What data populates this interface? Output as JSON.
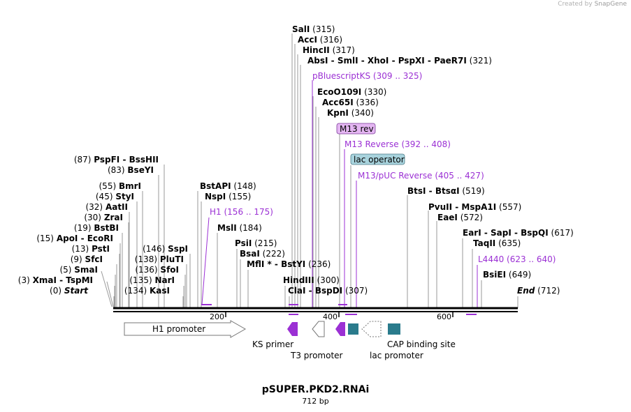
{
  "branding": {
    "prefix": "Created by",
    "product": "SnapGene"
  },
  "title": "pSUPER.PKD2.RNAi",
  "subtitle": "712 bp",
  "colors": {
    "primer": "#9b30d4",
    "feature": "#2a7b8c",
    "primerBox": "#e4b6f2",
    "featureBox": "#a8d3dd"
  },
  "ticks": [
    "200",
    "400",
    "600"
  ],
  "labels": [
    {
      "id": "sali",
      "text": "SalI",
      "num": "(315)"
    },
    {
      "id": "acci",
      "text": "AccI",
      "num": "(316)"
    },
    {
      "id": "hincii",
      "text": "HincII",
      "num": "(317)"
    },
    {
      "id": "absi",
      "text": "AbsI  - SmlI  - XhoI  - PspXI  - PaeR7I",
      "num": "(321)"
    },
    {
      "id": "pbks",
      "text": "pBluescriptKS",
      "num": "(309 .. 325)",
      "primer": true
    },
    {
      "id": "eco109",
      "text": "EcoO109I",
      "num": "(330)"
    },
    {
      "id": "acc65",
      "text": "Acc65I",
      "num": "(336)"
    },
    {
      "id": "kpni",
      "text": "KpnI",
      "num": "(340)"
    },
    {
      "id": "m13rev",
      "text": "M13 rev",
      "boxed": "primer"
    },
    {
      "id": "m13reverse",
      "text": "M13 Reverse",
      "num": "(392 .. 408)",
      "primer": true
    },
    {
      "id": "lacop",
      "text": "lac operator",
      "boxed": "feature"
    },
    {
      "id": "m13puc",
      "text": "M13/pUC Reverse",
      "num": "(405 .. 427)",
      "primer": true
    },
    {
      "id": "btsi",
      "text": "BtsI  - BtsαI",
      "num": "(519)"
    },
    {
      "id": "pvuii",
      "text": "PvuII  - MspA1I",
      "num": "(557)"
    },
    {
      "id": "eaei",
      "text": "EaeI",
      "num": "(572)"
    },
    {
      "id": "eari",
      "text": "EarI  - SapI  - BspQI",
      "num": "(617)"
    },
    {
      "id": "taqii",
      "text": "TaqII",
      "num": "(635)"
    },
    {
      "id": "l4440",
      "text": "L4440",
      "num": "(623 .. 640)",
      "primer": true
    },
    {
      "id": "bsiei",
      "text": "BsiEI",
      "num": "(649)"
    },
    {
      "id": "end",
      "text": "End",
      "num": "(712)",
      "italic": true
    },
    {
      "id": "pspfi",
      "num": "(87)",
      "text": "PspFI  - BssHII",
      "left": true
    },
    {
      "id": "bseyi",
      "num": "(83)",
      "text": "BseYI",
      "left": true
    },
    {
      "id": "bmri",
      "num": "(55)",
      "text": "BmrI",
      "left": true
    },
    {
      "id": "styi",
      "num": "(45)",
      "text": "StyI",
      "left": true
    },
    {
      "id": "aatii",
      "num": "(32)",
      "text": "AatII",
      "left": true
    },
    {
      "id": "zrai",
      "num": "(30)",
      "text": "ZraI",
      "left": true
    },
    {
      "id": "bstbi",
      "num": "(19)",
      "text": "BstBI",
      "left": true
    },
    {
      "id": "apoi",
      "num": "(15)",
      "text": "ApoI  - EcoRI",
      "left": true
    },
    {
      "id": "psti",
      "num": "(13)",
      "text": "PstI",
      "left": true
    },
    {
      "id": "sfci",
      "num": "(9)",
      "text": "SfcI",
      "left": true
    },
    {
      "id": "smai",
      "num": "(5)",
      "text": "SmaI",
      "left": true
    },
    {
      "id": "xmai",
      "num": "(3)",
      "text": "XmaI  - TspMI",
      "left": true
    },
    {
      "id": "start",
      "num": "(0)",
      "text": "Start",
      "left": true,
      "italic": true
    },
    {
      "id": "sspi",
      "num": "(146)",
      "text": "SspI",
      "left": true
    },
    {
      "id": "pluti",
      "num": "(138)",
      "text": "PluTI",
      "left": true
    },
    {
      "id": "sfoi",
      "num": "(136)",
      "text": "SfoI",
      "left": true
    },
    {
      "id": "nari",
      "num": "(135)",
      "text": "NarI",
      "left": true
    },
    {
      "id": "kasi",
      "num": "(134)",
      "text": "KasI",
      "left": true
    },
    {
      "id": "bstapi",
      "text": "BstAPI",
      "num": "(148)"
    },
    {
      "id": "nspi",
      "text": "NspI",
      "num": "(155)"
    },
    {
      "id": "h1",
      "text": "H1",
      "num": "(156 .. 175)",
      "primer": true
    },
    {
      "id": "msli",
      "text": "MslI",
      "num": "(184)"
    },
    {
      "id": "psii",
      "text": "PsiI",
      "num": "(215)"
    },
    {
      "id": "bsai",
      "text": "BsaI",
      "num": "(222)"
    },
    {
      "id": "mfli",
      "text": "MflI *  - BstYI",
      "num": "(236)"
    },
    {
      "id": "hindiii",
      "text": "HindIII",
      "num": "(300)"
    },
    {
      "id": "clai",
      "text": "ClaI  - BspDI",
      "num": "(307)"
    }
  ],
  "features": [
    {
      "id": "h1promoter",
      "text": "H1 promoter"
    },
    {
      "id": "ksprimer",
      "text": "KS primer"
    },
    {
      "id": "t3promoter",
      "text": "T3 promoter"
    },
    {
      "id": "lacpromoter",
      "text": "lac promoter"
    },
    {
      "id": "capsite",
      "text": "CAP binding site"
    }
  ]
}
